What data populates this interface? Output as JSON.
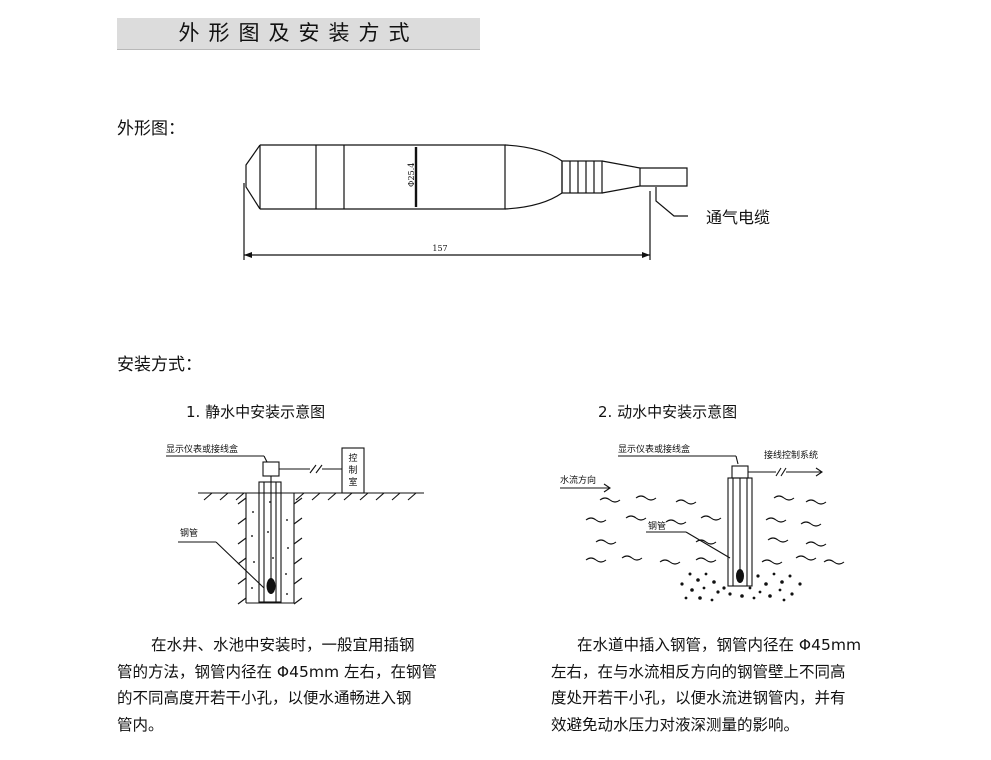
{
  "title": "外形图及安装方式",
  "outline": {
    "heading": "外形图：",
    "dimension_length": "157",
    "dimension_diameter": "Φ25.4",
    "cable_label": "通气电缆"
  },
  "installation": {
    "heading": "安装方式：",
    "static": {
      "caption": "1. 静水中安装示意图",
      "display_label": "显示仪表或接线盒",
      "control_room": [
        "控",
        "制",
        "室"
      ],
      "pipe_label": "钢管",
      "description": [
        "在水井、水池中安装时，一般宜用插钢",
        "管的方法，钢管内径在 Φ45mm 左右，在钢管",
        "的不同高度开若干小孔，以便水通畅进入钢",
        "管内。"
      ]
    },
    "dynamic": {
      "caption": "2. 动水中安装示意图",
      "display_label": "显示仪表或接线盒",
      "system_label": "接线控制系统",
      "flow_label": "水流方向",
      "pipe_label": "钢管",
      "description": [
        "在水道中插入钢管，钢管内径在 Φ45mm",
        "左右，在与水流相反方向的钢管壁上不同高",
        "度处开若干小孔，以便水流进钢管内，并有",
        "效避免动水压力对液深测量的影响。"
      ]
    }
  }
}
